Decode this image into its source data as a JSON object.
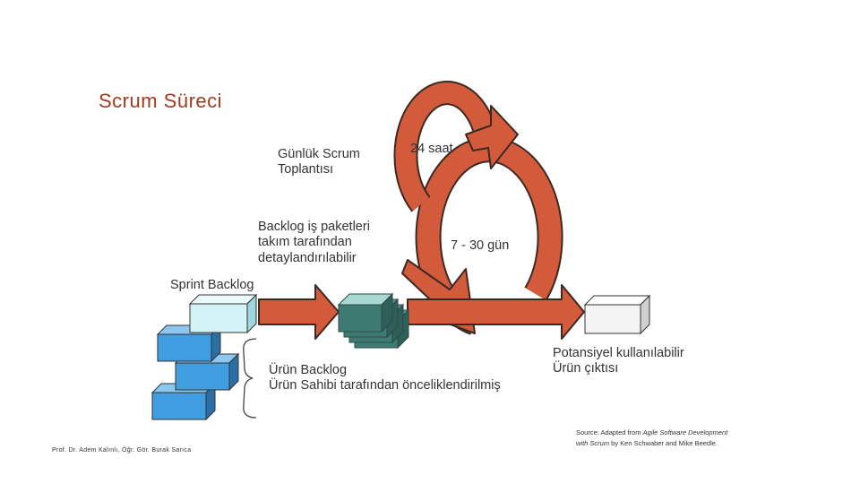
{
  "title": "Scrum Süreci",
  "labels": {
    "daily_meeting": [
      "Günlük Scrum",
      "Toplantısı"
    ],
    "duration_daily": "24 saat",
    "backlog_detail": [
      "Backlog iş paketleri",
      "takım tarafından",
      "detaylandırılabilir"
    ],
    "duration_sprint": "7 - 30 gün",
    "sprint_backlog": "Sprint Backlog",
    "product_backlog": [
      "Ürün Backlog",
      "Ürün Sahibi tarafından önceliklendirilmiş"
    ],
    "potential_output": [
      "Potansiyel kullanılabilir",
      "Ürün çıktısı"
    ]
  },
  "footer": {
    "author": "Prof. Dr. Adem Kalınlı, Öğr. Gör. Burak Sarıca",
    "source_prefix": "Source: Adapted from ",
    "source_title": "Agile Software Development with Scrum",
    "source_suffix": " by Ken Schwaber and Mike Beedle."
  },
  "colors": {
    "arrow_fill": "#d45a3c",
    "arrow_stroke": "#3a2a22",
    "backlog_box": "#3f9de0",
    "sprint_box": "#d4f3f6",
    "task_stack": "#3d7a72",
    "output_box": "#f4f4f4",
    "title": "#a33a20"
  }
}
